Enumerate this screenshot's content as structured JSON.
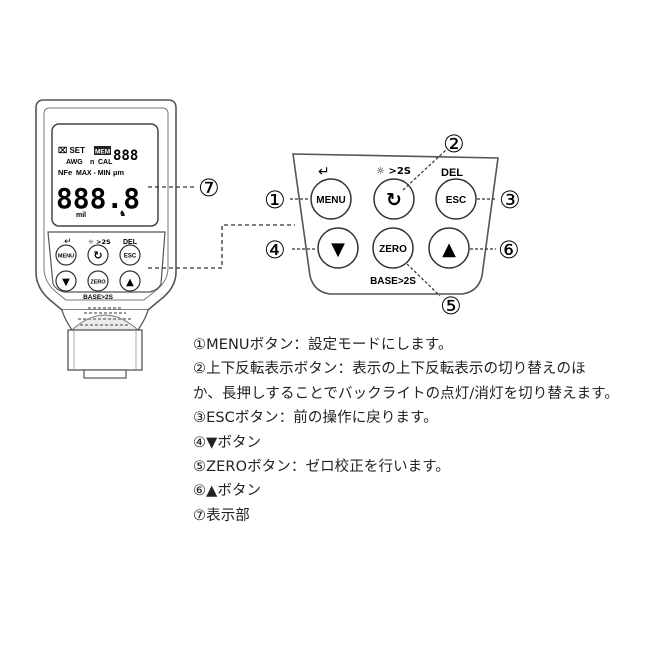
{
  "device": {
    "lcd": {
      "top_icons": "⌧ SET",
      "mem_badge": "MEM",
      "mini_digits": "888",
      "awg_label": "AWG",
      "n_label": "n",
      "cal_label": "CAL",
      "nfe_label": "NFe",
      "maxmin_label": "MAX - MIN",
      "um_label": "µm",
      "main_digits": "888.8",
      "mil_label": "mil"
    },
    "buttons": {
      "menu": "MENU",
      "backlight": "↻",
      "esc": "ESC",
      "down": "▼",
      "zero": "ZERO",
      "up": "▲"
    },
    "labels": {
      "enter": "↵",
      "light": "☼ >2S",
      "del": "DEL",
      "base": "BASE>2S"
    }
  },
  "callouts": {
    "c1": "①",
    "c2": "②",
    "c3": "③",
    "c4": "④",
    "c5": "⑤",
    "c6": "⑥",
    "c7": "⑦"
  },
  "descriptions": [
    "①MENUボタン：設定モードにします。",
    "②上下反転表示ボタン：表示の上下反転表示の切り替えのほ",
    "か、長押しすることでバックライトの点灯/消灯を切り替えます。",
    "③ESCボタン：前の操作に戻ります。",
    "④▼ボタン",
    "⑤ZEROボタン：ゼロ校正を行います。",
    "⑥▲ボタン",
    "⑦表示部"
  ]
}
